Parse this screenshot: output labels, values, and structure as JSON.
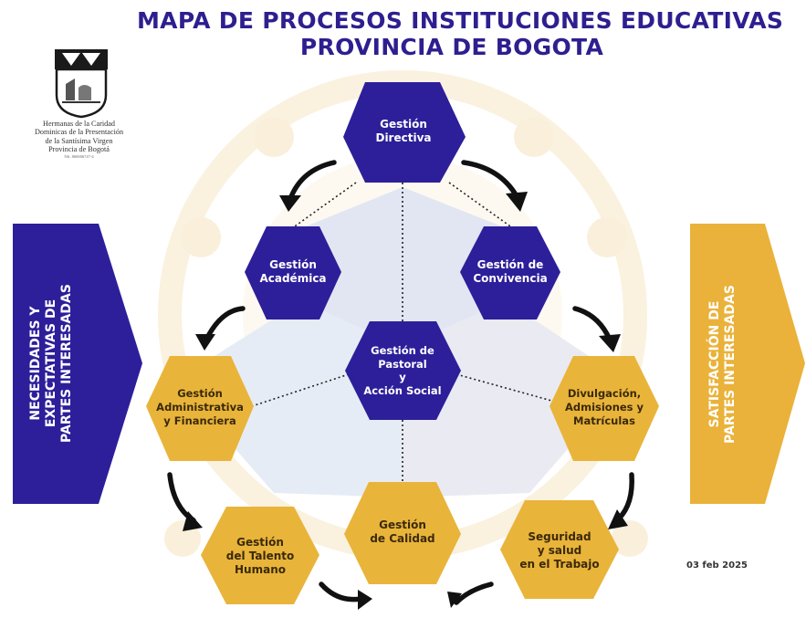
{
  "title": {
    "line1": "MAPA DE PROCESOS INSTITUCIONES EDUCATIVAS",
    "line2": "PROVINCIA DE BOGOTA"
  },
  "organization": {
    "line1": "Hermanas de la Caridad",
    "line2": "Dominicas de la Presentación",
    "line3": "de la Santísima Virgen",
    "line4": "Provincia de Bogotá",
    "line5": "NIt. 860006747-4"
  },
  "left_arrow": {
    "line1": "NECESIDADES Y",
    "line2": "EXPECTATIVAS DE",
    "line3": "PARTES INTERESADAS"
  },
  "right_arrow": {
    "line1": "SATISFACCIÓN DE",
    "line2": "PARTES INTERESADAS"
  },
  "processes": {
    "directiva": [
      "Gestión",
      "Directiva"
    ],
    "academica": [
      "Gestión",
      "Académica"
    ],
    "convivencia": [
      "Gestión de",
      "Convivencia"
    ],
    "pastoral": [
      "Gestión de",
      "Pastoral",
      "y",
      "Acción Social"
    ],
    "administrativa": [
      "Gestión",
      "Administrativa",
      "y Financiera"
    ],
    "divulgacion": [
      "Divulgación,",
      "Admisiones y",
      "Matrículas"
    ],
    "talento": [
      "Gestión",
      "del Talento",
      "Humano"
    ],
    "calidad": [
      "Gestión",
      "de Calidad"
    ],
    "seguridad": [
      "Seguridad",
      "y salud",
      "en el Trabajo"
    ]
  },
  "date": "03 feb 2025",
  "colors": {
    "purple": "#2d1f9a",
    "gold": "#e9b43a",
    "side_gold": "#eab23a",
    "title": "#2d1f8f"
  }
}
